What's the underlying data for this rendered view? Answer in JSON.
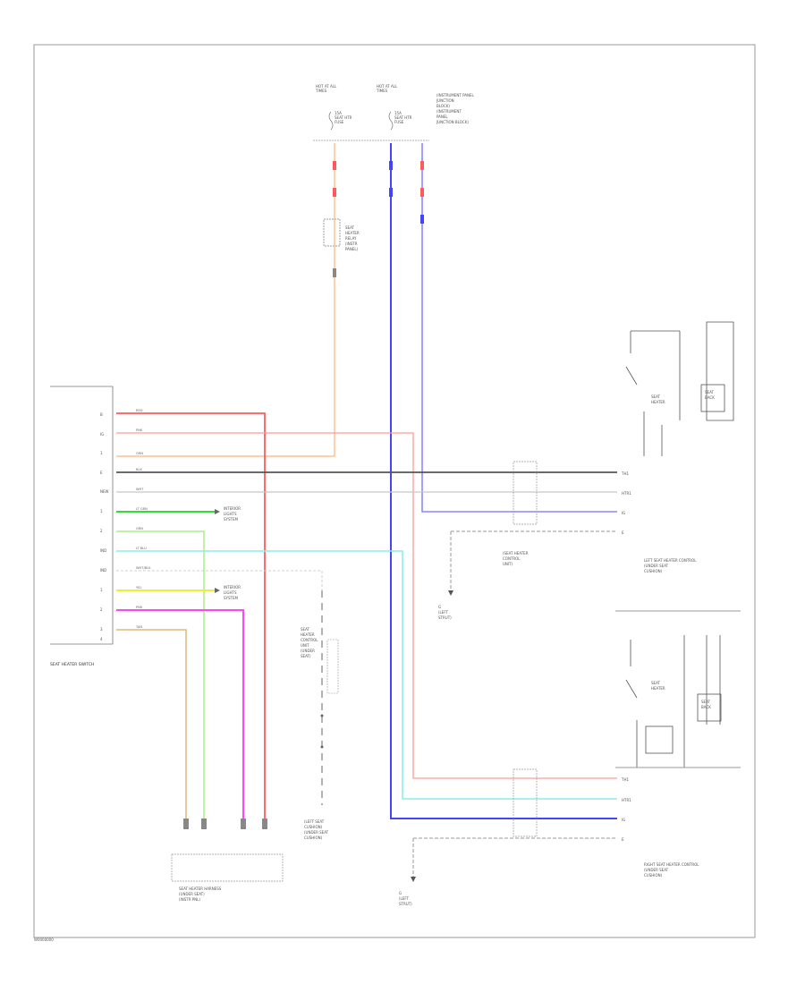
{
  "colors": {
    "red": "#ff5a5a",
    "pink": "#ff9a9a",
    "orange": "#ffb27a",
    "black": "#555555",
    "gray": "#c8c8c8",
    "green": "#33dd33",
    "lightgreen": "#aaee88",
    "cyan": "#88eeee",
    "yellow": "#eeee33",
    "magenta": "#ff44ff",
    "tan": "#ddb877",
    "blue": "#4444ff",
    "lightblue": "#8888ff",
    "frame": "#999999"
  },
  "figure_code": "W0000000",
  "fuse_labels": {
    "fuse1": [
      "HOT AT ALL",
      "TIMES",
      "15A",
      "SEAT HTR",
      "FUSE"
    ],
    "fuse2": [
      "HOT AT ALL",
      "TIMES",
      "15A",
      "SEAT HTR",
      "FUSE"
    ],
    "note": [
      "(INSTRUMENT PANEL",
      "JUNCTION",
      "BLOCK)",
      "(INSTRUMENT",
      "PANEL",
      "JUNCTION BLOCK)"
    ]
  },
  "fuse_relay_label": [
    "SEAT",
    "HEATER",
    "RELAY",
    "(INSTR",
    "PANEL)"
  ],
  "switch_label": "SEAT HEATER SWITCH",
  "switch_pins": [
    "B",
    "IG",
    "1",
    "E",
    "NEW",
    "1",
    "2",
    "IND",
    "IND",
    "1",
    "2",
    "3",
    "4"
  ],
  "wire_labels": {
    "w1": "RED",
    "w2": "PNK",
    "w3": "ORN",
    "w4": "BLK",
    "w5": "WHT",
    "w6": "LT GRN",
    "w7": "GRN",
    "w8": "LT BLU",
    "w9": "WHT/BLK",
    "w10": "YEL",
    "w11": "PNK",
    "w12": "TAN"
  },
  "side_labels": {
    "dimmer1": [
      "INTERIOR",
      "LIGHTS",
      "SYSTEM"
    ],
    "dimmer2": [
      "INTERIOR",
      "LIGHTS",
      "SYSTEM"
    ]
  },
  "connector_top_label": [
    "(SEAT HEATER",
    "CONTROL",
    "UNIT)"
  ],
  "ground_labels": {
    "g1": [
      "G",
      "(LEFT",
      "STRUT)"
    ],
    "g2": [
      "G",
      "(LEFT",
      "STRUT)"
    ]
  },
  "center_label": [
    "SEAT",
    "HEATER",
    "CONTROL",
    "UNIT",
    "(UNDER",
    "SEAT)"
  ],
  "bottom_connector_label": [
    "SEAT HEATER HARNESS",
    "(UNDER SEAT)",
    "(INSTR PNL)"
  ],
  "mid_connector_label": [
    "(LEFT SEAT",
    "CUSHION)",
    "(UNDER SEAT",
    "CUSHION)"
  ],
  "right_labels": {
    "left_seat_heater": [
      "LEFT SEAT HEATER CONTROL",
      "(UNDER SEAT",
      "CUSHION)"
    ],
    "right_seat_heater": [
      "RIGHT SEAT HEATER CONTROL",
      "(UNDER SEAT",
      "CUSHION)"
    ],
    "seat_heater_1": [
      "SEAT",
      "HEATER"
    ],
    "seat_heater_2": [
      "SEAT",
      "HEATER"
    ],
    "seat_box_1": [
      "SEAT",
      "BACK"
    ],
    "seat_box_2": [
      "SEAT",
      "BACK"
    ]
  },
  "right_pins_top": [
    "TH1",
    "HTR1",
    "IG",
    "E"
  ],
  "right_pins_bottom": [
    "TH1",
    "HTR1",
    "IG",
    "E"
  ]
}
